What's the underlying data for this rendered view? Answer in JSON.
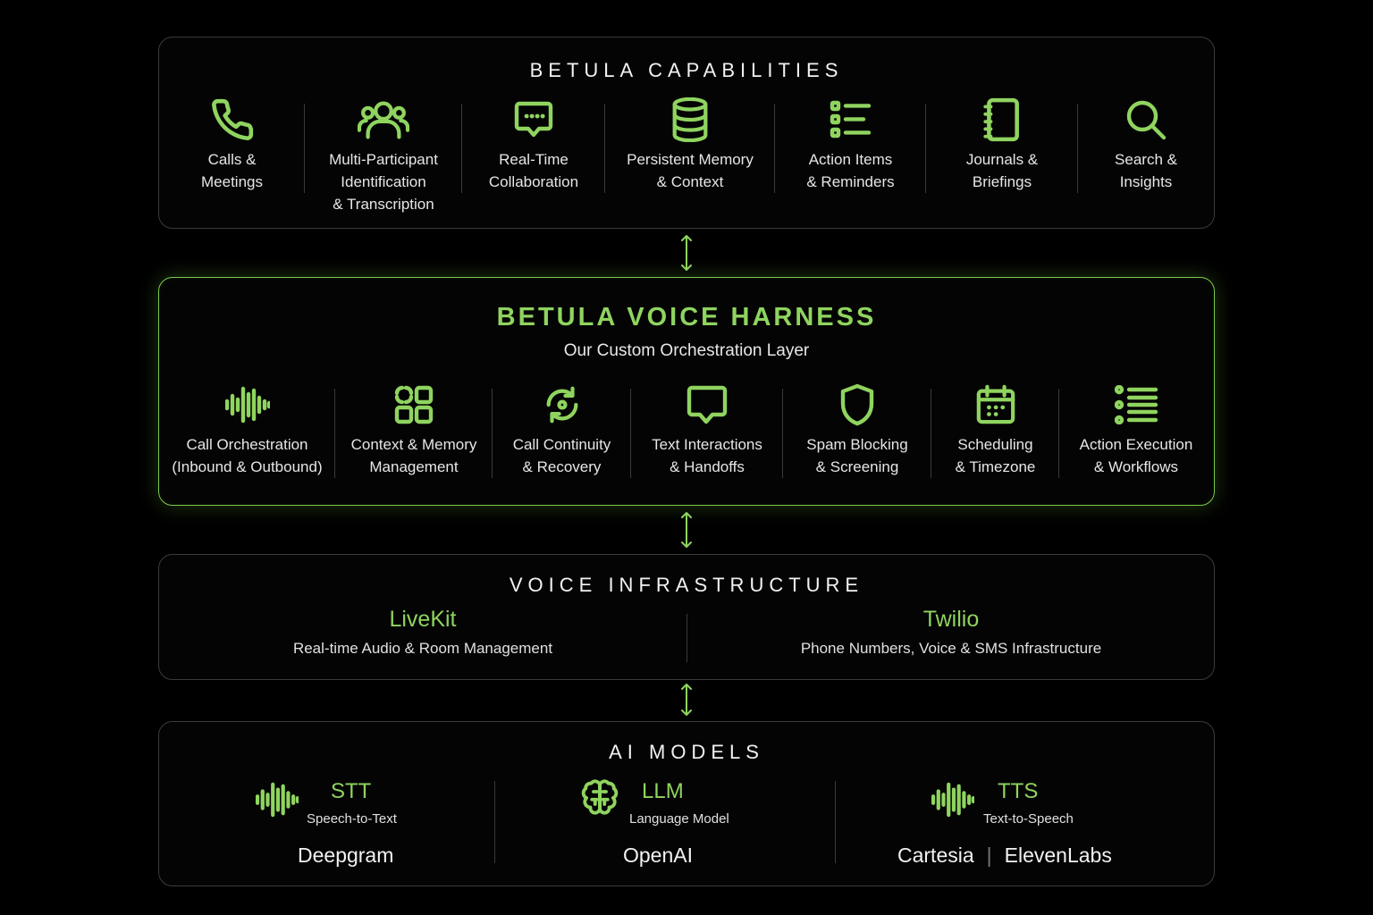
{
  "capabilities": {
    "title": "BETULA CAPABILITIES",
    "items": [
      {
        "icon": "phone-icon",
        "label": "Calls &\nMeetings"
      },
      {
        "icon": "users-icon",
        "label": "Multi-Participant\nIdentification\n& Transcription"
      },
      {
        "icon": "chat-bubble-icon",
        "label": "Real-Time\nCollaboration"
      },
      {
        "icon": "database-icon",
        "label": "Persistent Memory\n& Context"
      },
      {
        "icon": "checklist-icon",
        "label": "Action Items\n& Reminders"
      },
      {
        "icon": "notebook-icon",
        "label": "Journals &\nBriefings"
      },
      {
        "icon": "search-icon",
        "label": "Search &\nInsights"
      }
    ]
  },
  "harness": {
    "title": "BETULA VOICE HARNESS",
    "subtitle": "Our Custom Orchestration Layer",
    "items": [
      {
        "icon": "waveform-icon",
        "label": "Call Orchestration\n(Inbound & Outbound)"
      },
      {
        "icon": "grid-icon",
        "label": "Context & Memory\nManagement"
      },
      {
        "icon": "refresh-icon",
        "label": "Call Continuity\n& Recovery"
      },
      {
        "icon": "message-icon",
        "label": "Text Interactions\n& Handoffs"
      },
      {
        "icon": "shield-icon",
        "label": "Spam Blocking\n& Screening"
      },
      {
        "icon": "calendar-icon",
        "label": "Scheduling\n& Timezone"
      },
      {
        "icon": "list-icon",
        "label": "Action Execution\n& Workflows"
      }
    ]
  },
  "infrastructure": {
    "title": "VOICE INFRASTRUCTURE",
    "left": {
      "name": "LiveKit",
      "desc": "Real-time Audio & Room Management"
    },
    "right": {
      "name": "Twilio",
      "desc": "Phone Numbers, Voice & SMS Infrastructure"
    }
  },
  "ai_models": {
    "title": "AI MODELS",
    "stt": {
      "icon": "waveform-icon",
      "name": "STT",
      "desc": "Speech-to-Text",
      "provider": "Deepgram"
    },
    "llm": {
      "icon": "brain-icon",
      "name": "LLM",
      "desc": "Language Model",
      "provider": "OpenAI"
    },
    "tts": {
      "icon": "waveform-icon",
      "name": "TTS",
      "desc": "Text-to-Speech",
      "provider_a": "Cartesia",
      "provider_b": "ElevenLabs"
    }
  },
  "colors": {
    "accent": "#8fd45f",
    "background": "#000000",
    "panel_border": "#3b3b3b"
  }
}
